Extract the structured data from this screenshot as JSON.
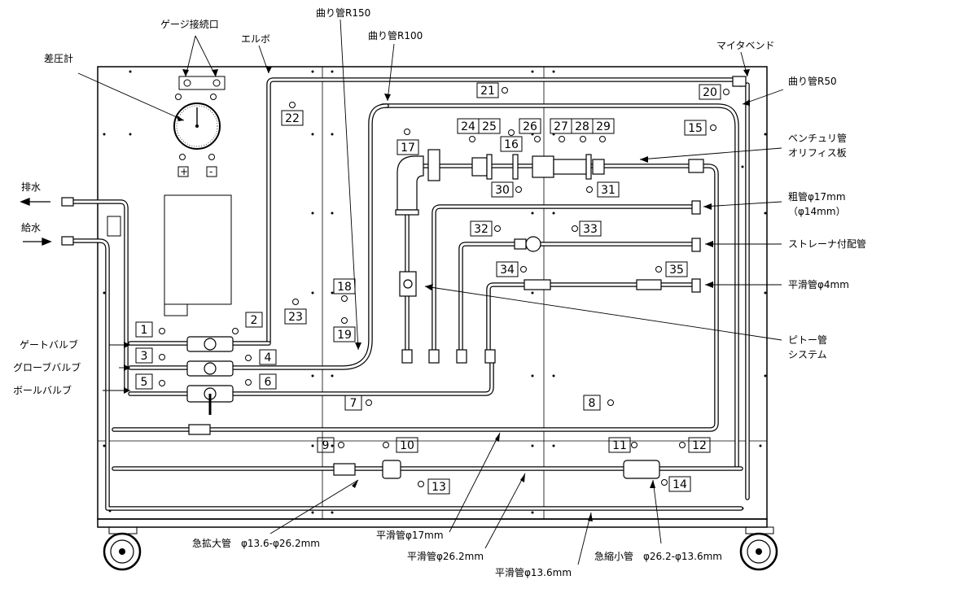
{
  "labels": {
    "differential_manometer": "差圧計",
    "gauge_port": "ゲージ接続口",
    "elbow": "エルボ",
    "bend_r150": "曲り管R150",
    "bend_r100": "曲り管R100",
    "miter_bend": "マイタベンド",
    "bend_r50": "曲り管R50",
    "drain": "排水",
    "supply": "給水",
    "venturi_1": "ベンチュリ管",
    "venturi_2": "オリフィス板",
    "coarse_pipe_1": "粗管φ17mm",
    "coarse_pipe_2": "（φ14mm）",
    "strainer_pipe": "ストレーナ付配管",
    "smooth_4": "平滑管φ4mm",
    "pitot_1": "ピトー管",
    "pitot_2": "システム",
    "gate_valve": "ゲートバルブ",
    "globe_valve": "グローブバルブ",
    "ball_valve": "ボールバルブ",
    "sudden_expansion": "急拡大管　φ13.6-φ26.2mm",
    "smooth_17": "平滑管φ17mm",
    "smooth_262": "平滑管φ26.2mm",
    "smooth_136": "平滑管φ13.6mm",
    "sudden_contraction": "急縮小管　φ26.2-φ13.6mm",
    "plus": "+",
    "minus": "-"
  },
  "taps": [
    "1",
    "2",
    "3",
    "4",
    "5",
    "6",
    "7",
    "8",
    "9",
    "10",
    "11",
    "12",
    "13",
    "14",
    "15",
    "16",
    "17",
    "18",
    "19",
    "20",
    "21",
    "22",
    "23",
    "24",
    "25",
    "26",
    "27",
    "28",
    "29",
    "30",
    "31",
    "32",
    "33",
    "34",
    "35"
  ]
}
